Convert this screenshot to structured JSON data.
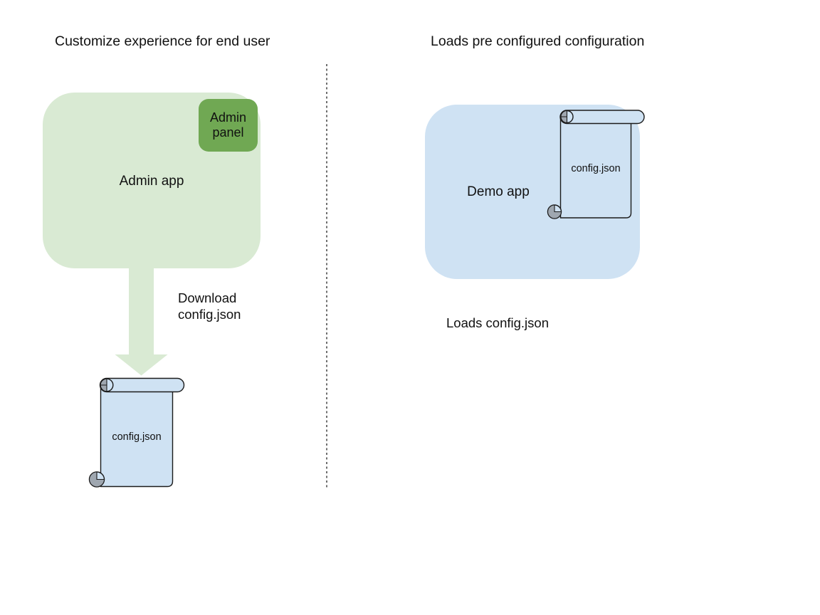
{
  "colors": {
    "light_green": "#d9ead3",
    "green": "#70a853",
    "light_blue": "#cfe2f3",
    "curl_shade": "#9fa7b0",
    "outline": "#1b1b1b",
    "text": "#111111",
    "divider": "#6f6f6f"
  },
  "left": {
    "title": "Customize experience for end user",
    "admin_app_label": "Admin app",
    "admin_panel_label": "Admin panel",
    "download_caption": "Download\nconfig.json",
    "file_label": "config.json"
  },
  "right": {
    "title": "Loads pre configured configuration",
    "demo_app_label": "Demo app",
    "file_label": "config.json",
    "loads_caption": "Loads config.json"
  }
}
